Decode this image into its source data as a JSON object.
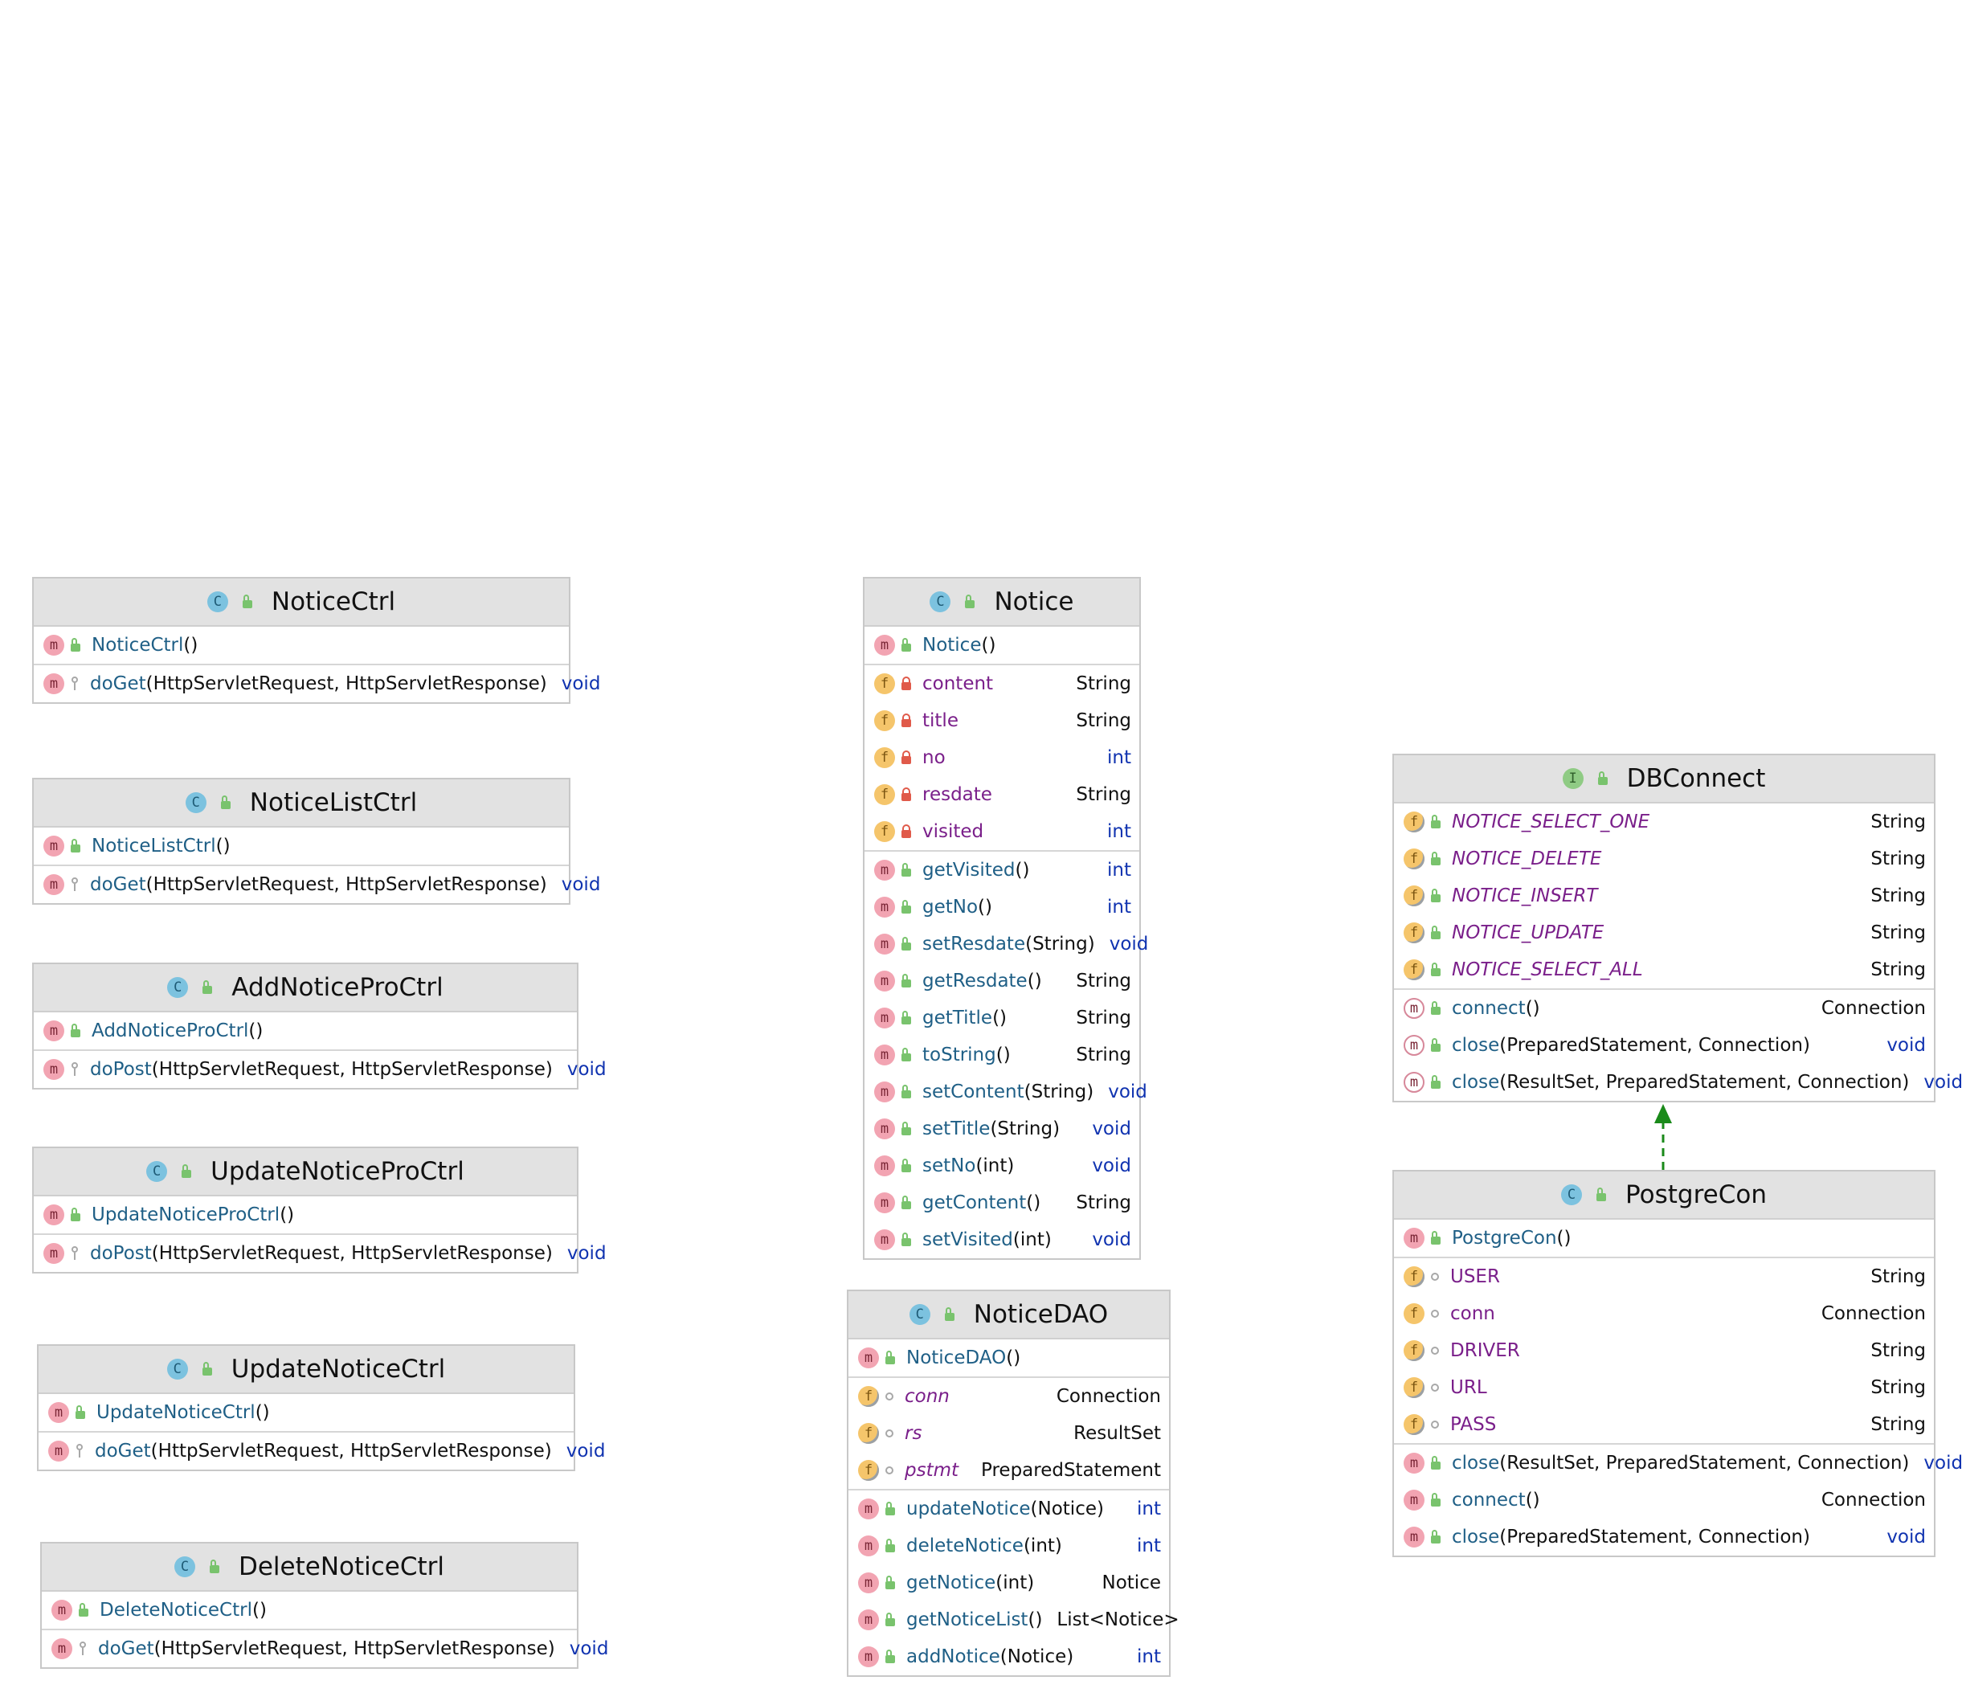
{
  "classes": {
    "noticectrl": {
      "kind": "C",
      "name": "NoticeCtrl",
      "methods": [
        {
          "kind": "m",
          "name": "NoticeCtrl",
          "params": "()",
          "type": ""
        },
        {
          "kind": "m",
          "name": "doGet",
          "params": "(HttpServletRequest, HttpServletResponse)",
          "type": "void"
        }
      ]
    },
    "noticelistctrl": {
      "kind": "C",
      "name": "NoticeListCtrl",
      "methods": [
        {
          "kind": "m",
          "name": "NoticeListCtrl",
          "params": "()",
          "type": ""
        },
        {
          "kind": "m",
          "name": "doGet",
          "params": "(HttpServletRequest, HttpServletResponse)",
          "type": "void"
        }
      ]
    },
    "addnoticeproctrl": {
      "kind": "C",
      "name": "AddNoticeProCtrl",
      "methods": [
        {
          "kind": "m",
          "name": "AddNoticeProCtrl",
          "params": "()",
          "type": ""
        },
        {
          "kind": "m",
          "name": "doPost",
          "params": "(HttpServletRequest, HttpServletResponse)",
          "type": "void"
        }
      ]
    },
    "updatenoticeproctrl": {
      "kind": "C",
      "name": "UpdateNoticeProCtrl",
      "methods": [
        {
          "kind": "m",
          "name": "UpdateNoticeProCtrl",
          "params": "()",
          "type": ""
        },
        {
          "kind": "m",
          "name": "doPost",
          "params": "(HttpServletRequest, HttpServletResponse)",
          "type": "void"
        }
      ]
    },
    "updatenoticectrl": {
      "kind": "C",
      "name": "UpdateNoticeCtrl",
      "methods": [
        {
          "kind": "m",
          "name": "UpdateNoticeCtrl",
          "params": "()",
          "type": ""
        },
        {
          "kind": "m",
          "name": "doGet",
          "params": "(HttpServletRequest, HttpServletResponse)",
          "type": "void"
        }
      ]
    },
    "deletenoticectrl": {
      "kind": "C",
      "name": "DeleteNoticeCtrl",
      "methods": [
        {
          "kind": "m",
          "name": "DeleteNoticeCtrl",
          "params": "()",
          "type": ""
        },
        {
          "kind": "m",
          "name": "doGet",
          "params": "(HttpServletRequest, HttpServletResponse)",
          "type": "void"
        }
      ]
    },
    "notice": {
      "kind": "C",
      "name": "Notice",
      "ctor": {
        "kind": "m",
        "name": "Notice",
        "params": "()",
        "type": ""
      },
      "fields": [
        {
          "kind": "f",
          "name": "content",
          "type": "String"
        },
        {
          "kind": "f",
          "name": "title",
          "type": "String"
        },
        {
          "kind": "f",
          "name": "no",
          "type": "int"
        },
        {
          "kind": "f",
          "name": "resdate",
          "type": "String"
        },
        {
          "kind": "f",
          "name": "visited",
          "type": "int"
        }
      ],
      "methods": [
        {
          "kind": "m",
          "name": "getVisited",
          "params": "()",
          "type": "int"
        },
        {
          "kind": "m",
          "name": "getNo",
          "params": "()",
          "type": "int"
        },
        {
          "kind": "m",
          "name": "setResdate",
          "params": "(String)",
          "type": "void"
        },
        {
          "kind": "m",
          "name": "getResdate",
          "params": "()",
          "type": "String"
        },
        {
          "kind": "m",
          "name": "getTitle",
          "params": "()",
          "type": "String"
        },
        {
          "kind": "m",
          "name": "toString",
          "params": "()",
          "type": "String"
        },
        {
          "kind": "m",
          "name": "setContent",
          "params": "(String)",
          "type": "void"
        },
        {
          "kind": "m",
          "name": "setTitle",
          "params": "(String)",
          "type": "void"
        },
        {
          "kind": "m",
          "name": "setNo",
          "params": "(int)",
          "type": "void"
        },
        {
          "kind": "m",
          "name": "getContent",
          "params": "()",
          "type": "String"
        },
        {
          "kind": "m",
          "name": "setVisited",
          "params": "(int)",
          "type": "void"
        }
      ]
    },
    "noticedao": {
      "kind": "C",
      "name": "NoticeDAO",
      "ctor": {
        "kind": "m",
        "name": "NoticeDAO",
        "params": "()",
        "type": ""
      },
      "fields": [
        {
          "kind": "f",
          "name": "conn",
          "type": "Connection"
        },
        {
          "kind": "f",
          "name": "rs",
          "type": "ResultSet"
        },
        {
          "kind": "f",
          "name": "pstmt",
          "type": "PreparedStatement"
        }
      ],
      "methods": [
        {
          "kind": "m",
          "name": "updateNotice",
          "params": "(Notice)",
          "type": "int"
        },
        {
          "kind": "m",
          "name": "deleteNotice",
          "params": "(int)",
          "type": "int"
        },
        {
          "kind": "m",
          "name": "getNotice",
          "params": "(int)",
          "type": "Notice"
        },
        {
          "kind": "m",
          "name": "getNoticeList",
          "params": "()",
          "type": "List<Notice>"
        },
        {
          "kind": "m",
          "name": "addNotice",
          "params": "(Notice)",
          "type": "int"
        }
      ]
    },
    "dbconnect": {
      "kind": "I",
      "name": "DBConnect",
      "fields": [
        {
          "kind": "f",
          "name": "NOTICE_SELECT_ONE",
          "type": "String"
        },
        {
          "kind": "f",
          "name": "NOTICE_DELETE",
          "type": "String"
        },
        {
          "kind": "f",
          "name": "NOTICE_INSERT",
          "type": "String"
        },
        {
          "kind": "f",
          "name": "NOTICE_UPDATE",
          "type": "String"
        },
        {
          "kind": "f",
          "name": "NOTICE_SELECT_ALL",
          "type": "String"
        }
      ],
      "methods": [
        {
          "kind": "m",
          "name": "connect",
          "params": "()",
          "type": "Connection"
        },
        {
          "kind": "m",
          "name": "close",
          "params": "(PreparedStatement, Connection)",
          "type": "void"
        },
        {
          "kind": "m",
          "name": "close",
          "params": "(ResultSet, PreparedStatement, Connection)",
          "type": "void"
        }
      ]
    },
    "postgrecon": {
      "kind": "C",
      "name": "PostgreCon",
      "ctor": {
        "kind": "m",
        "name": "PostgreCon",
        "params": "()",
        "type": ""
      },
      "fields": [
        {
          "kind": "f",
          "name": "USER",
          "type": "String"
        },
        {
          "kind": "f",
          "name": "conn",
          "type": "Connection"
        },
        {
          "kind": "f",
          "name": "DRIVER",
          "type": "String"
        },
        {
          "kind": "f",
          "name": "URL",
          "type": "String"
        },
        {
          "kind": "f",
          "name": "PASS",
          "type": "String"
        }
      ],
      "methods": [
        {
          "kind": "m",
          "name": "close",
          "params": "(ResultSet, PreparedStatement, Connection)",
          "type": "void"
        },
        {
          "kind": "m",
          "name": "connect",
          "params": "()",
          "type": "Connection"
        },
        {
          "kind": "m",
          "name": "close",
          "params": "(PreparedStatement, Connection)",
          "type": "void"
        }
      ]
    }
  },
  "colors": {
    "header_bg": "#e2e2e2",
    "method_name": "#1f5f86",
    "field_name": "#7a1f8a",
    "keyword": "#1033b0",
    "realization_arrow": "#1a8a1a"
  },
  "icons": {
    "class": "class-icon",
    "interface": "interface-icon",
    "method": "method-icon",
    "field": "field-icon",
    "public": "public-lock-icon",
    "private": "private-lock-icon",
    "protected": "protected-key-icon",
    "package": "package-circle-icon"
  }
}
